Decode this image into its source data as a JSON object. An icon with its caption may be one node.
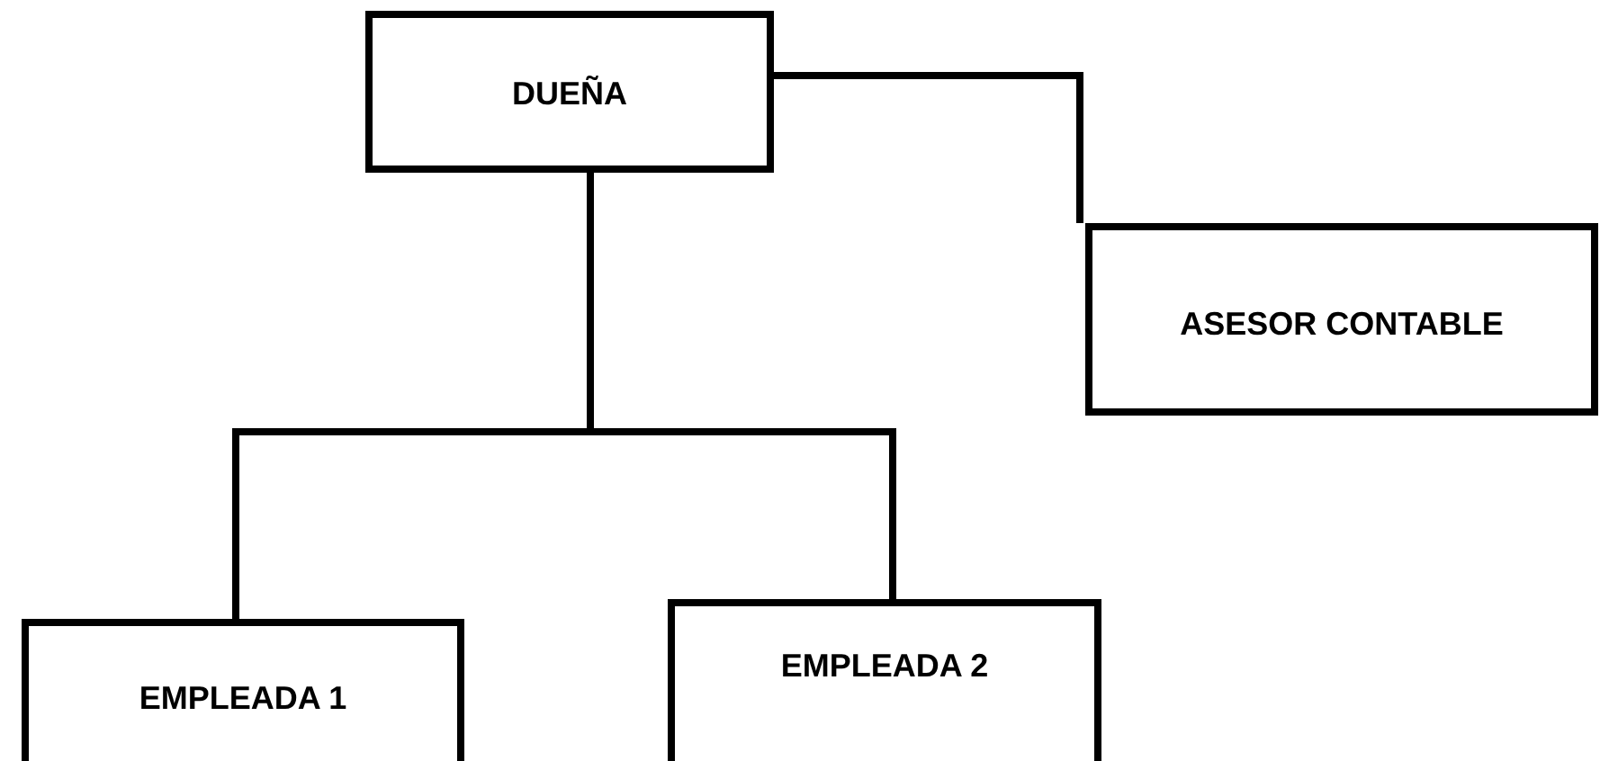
{
  "diagram": {
    "nodes": [
      {
        "text": [
          "DUEÑA"
        ]
      },
      {
        "text": [
          "ASESOR CONTABLE"
        ]
      },
      {
        "text": [
          "EMPLEADA 1"
        ]
      },
      {
        "text": [
          "EMPLEADA 2"
        ]
      }
    ],
    "edges": [
      {
        "from": 0,
        "to": 1,
        "arrow": "none"
      },
      {
        "from": 0,
        "to": 2,
        "arrow": "none"
      },
      {
        "from": 0,
        "to": 3,
        "arrow": "none"
      }
    ]
  }
}
